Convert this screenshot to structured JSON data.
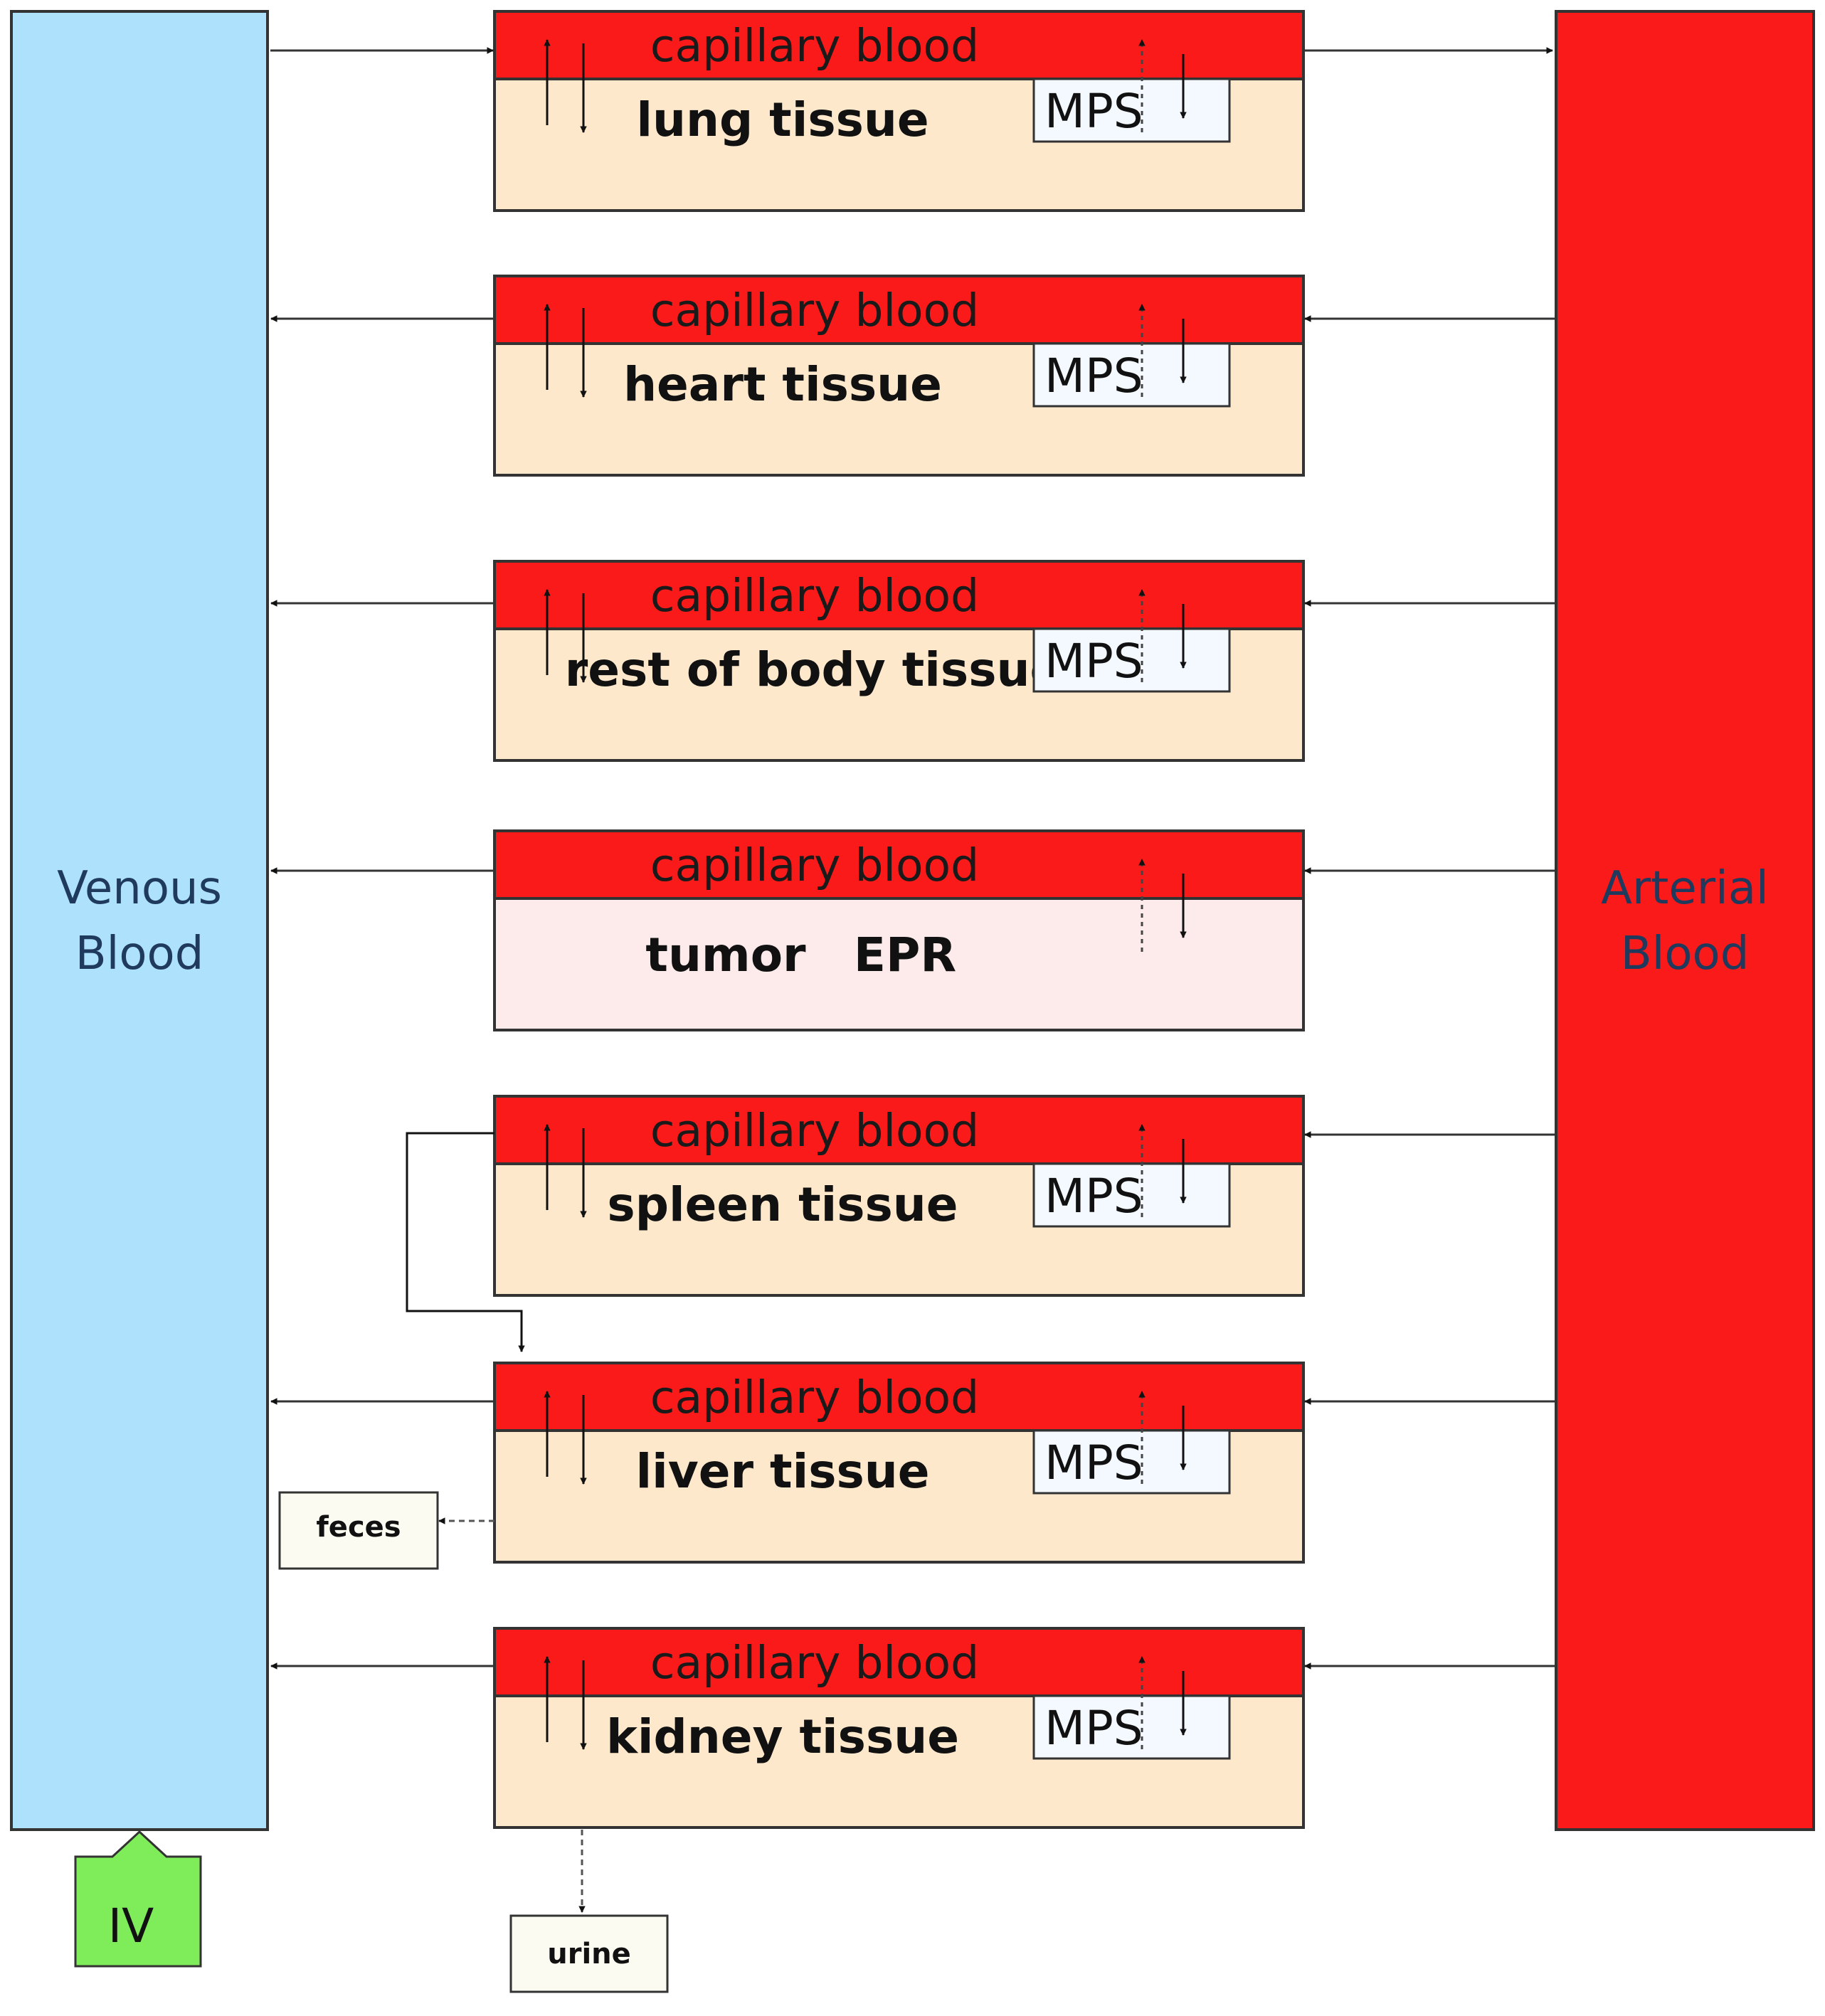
{
  "venous": {
    "line1": "Venous",
    "line2": "Blood",
    "color": "#aee1fb"
  },
  "arterial": {
    "line1": "Arterial",
    "line2": "Blood",
    "color": "#fb1a1a"
  },
  "iv": {
    "label": "IV",
    "color": "#7fec5a"
  },
  "capillary_label": "capillary blood",
  "mps_label": "MPS",
  "colors": {
    "capillary": "#fb1a1a",
    "tissue": "#fde8cb",
    "tumor": "#fdeaea",
    "mps_box": "#f3f9fe"
  },
  "organs": [
    {
      "id": "lung",
      "tissue_label": "lung tissue"
    },
    {
      "id": "heart",
      "tissue_label": "heart tissue"
    },
    {
      "id": "rest",
      "tissue_label": "rest of body tissue"
    },
    {
      "id": "tumor",
      "tissue_label": "tumor",
      "tissue_label_2": "EPR"
    },
    {
      "id": "spleen",
      "tissue_label": "spleen tissue"
    },
    {
      "id": "liver",
      "tissue_label": "liver tissue"
    },
    {
      "id": "kidney",
      "tissue_label": "kidney tissue"
    }
  ],
  "feces": {
    "label": "feces"
  },
  "urine": {
    "label": "urine"
  }
}
